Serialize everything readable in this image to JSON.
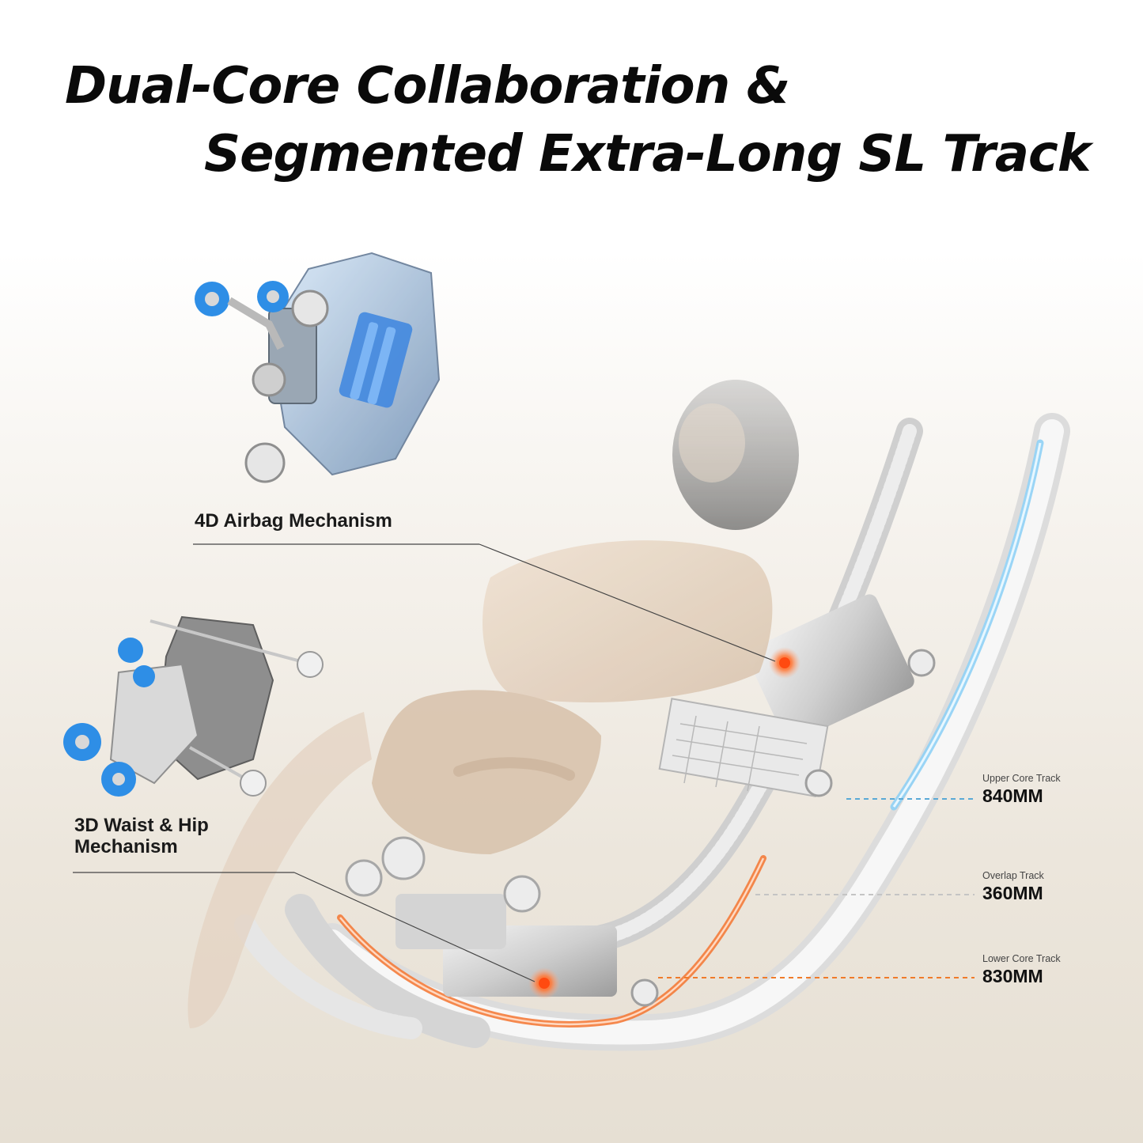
{
  "title": {
    "line1": "Dual-Core Collaboration &",
    "line2": "Segmented Extra-Long SL Track"
  },
  "callouts": {
    "airbag": "4D Airbag Mechanism",
    "waist_line1": "3D Waist & Hip",
    "waist_line2": "Mechanism"
  },
  "tracks": [
    {
      "name": "Upper Core Track",
      "value": "840MM",
      "color": "#5aa9d6"
    },
    {
      "name": "Overlap Track",
      "value": "360MM",
      "color": "#bbbbbb"
    },
    {
      "name": "Lower Core Track",
      "value": "830MM",
      "color": "#f07b2a"
    }
  ],
  "colors": {
    "accent_blue": "#2f8fe0",
    "accent_orange": "#f07b2a"
  }
}
